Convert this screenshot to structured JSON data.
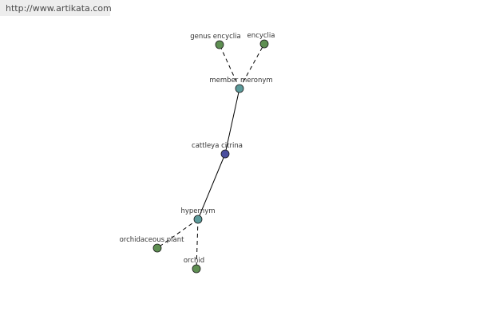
{
  "watermark": {
    "text": "http://www.artikata.com"
  },
  "colors": {
    "leaf": "#5e8f52",
    "relation": "#5b9a9a",
    "root": "#4b4f9e",
    "edge": "#000000",
    "label": "#333333"
  },
  "graph": {
    "nodes": [
      {
        "id": "cattleya-citrina",
        "label": "cattleya citrina",
        "kind": "root"
      },
      {
        "id": "member-meronym",
        "label": "member meronym",
        "kind": "relation"
      },
      {
        "id": "hypernym",
        "label": "hypernym",
        "kind": "relation"
      },
      {
        "id": "genus-encyclia",
        "label": "genus encyclia",
        "kind": "leaf"
      },
      {
        "id": "encyclia",
        "label": "encyclia",
        "kind": "leaf"
      },
      {
        "id": "orchidaceous-plant",
        "label": "orchidaceous plant",
        "kind": "leaf"
      },
      {
        "id": "orchid",
        "label": "orchid",
        "kind": "leaf"
      }
    ],
    "edges": [
      {
        "from": "cattleya-citrina",
        "to": "member-meronym",
        "style": "solid"
      },
      {
        "from": "cattleya-citrina",
        "to": "hypernym",
        "style": "solid"
      },
      {
        "from": "member-meronym",
        "to": "genus-encyclia",
        "style": "dashed"
      },
      {
        "from": "member-meronym",
        "to": "encyclia",
        "style": "dashed"
      },
      {
        "from": "hypernym",
        "to": "orchidaceous-plant",
        "style": "dashed"
      },
      {
        "from": "hypernym",
        "to": "orchid",
        "style": "dashed"
      }
    ]
  }
}
